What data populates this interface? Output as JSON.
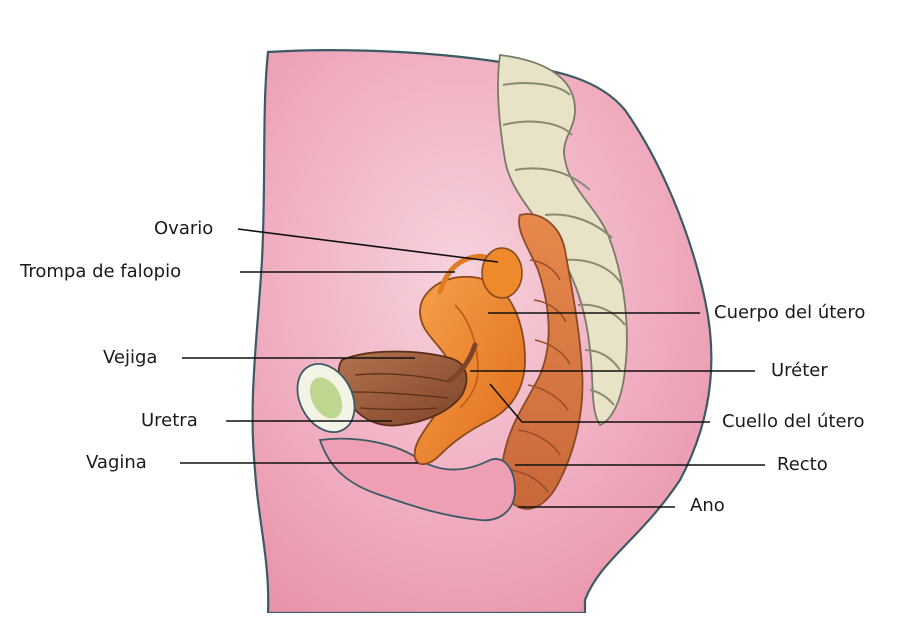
{
  "labels": {
    "ovario": "Ovario",
    "trompa": "Trompa de falopio",
    "vejiga": "Vejiga",
    "uretra": "Uretra",
    "vagina": "Vagina",
    "cuerpo_utero": "Cuerpo del útero",
    "ureter": "Uréter",
    "cuello_utero": "Cuello del útero",
    "recto": "Recto",
    "ano": "Ano"
  },
  "colors": {
    "body_fill": "#f2b8c8",
    "body_outline": "#3c5a66",
    "uterus": "#ee8a2c",
    "bladder": "#9b5a3a",
    "rectum": "#d7743f",
    "spine": "#e8e2c6",
    "pubic_bone": "#f3f3e6",
    "leader_line": "#111111"
  }
}
